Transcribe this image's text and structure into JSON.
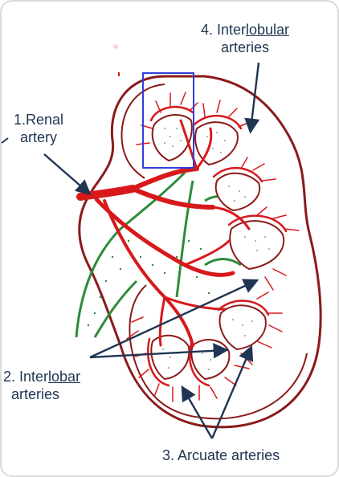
{
  "labels": {
    "renal": {
      "line1": "1.Renal",
      "line2": "artery"
    },
    "interlobular": {
      "prefix": "4. Inter",
      "underlined": "lobular",
      "line2": "arteries"
    },
    "interlobar": {
      "prefix": "2. Inter",
      "underlined": "lobar",
      "line2": "arteries"
    },
    "arcuate": {
      "text": "3. Arcuate arteries"
    }
  },
  "colors": {
    "label_text": "#1f3552",
    "arrow": "#1f3552",
    "kidney_outline": "#8b1a1a",
    "artery": "#d7191c",
    "duct_green": "#2e8b3a",
    "highlight_box": "#2f3fd6"
  }
}
